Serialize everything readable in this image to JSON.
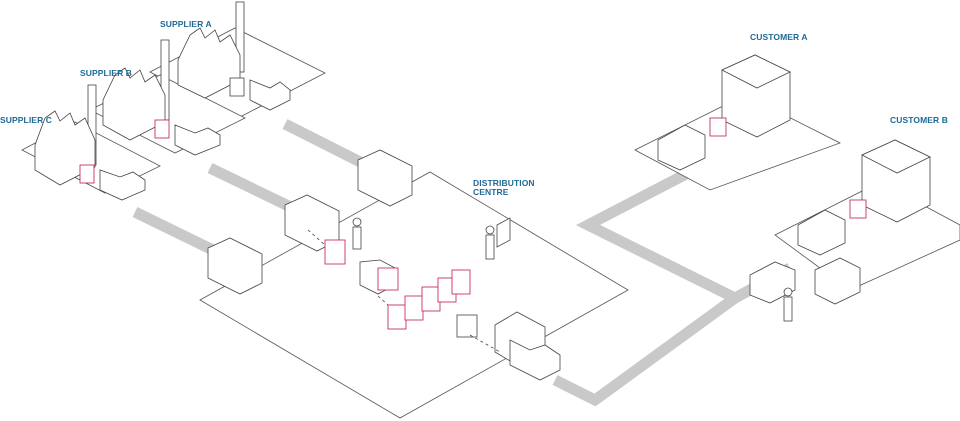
{
  "labels": {
    "supplier_a": "SUPPLIER A",
    "supplier_b": "SUPPLIER B",
    "supplier_c": "SUPPLIER C",
    "customer_a": "CUSTOMER A",
    "customer_b": "CUSTOMER B",
    "distribution_centre": "DISTRIBUTION CENTRE"
  },
  "colors": {
    "label": "#1e6a96",
    "road": "#c9c9c9",
    "accent": "#c2185b",
    "line": "#444444"
  }
}
